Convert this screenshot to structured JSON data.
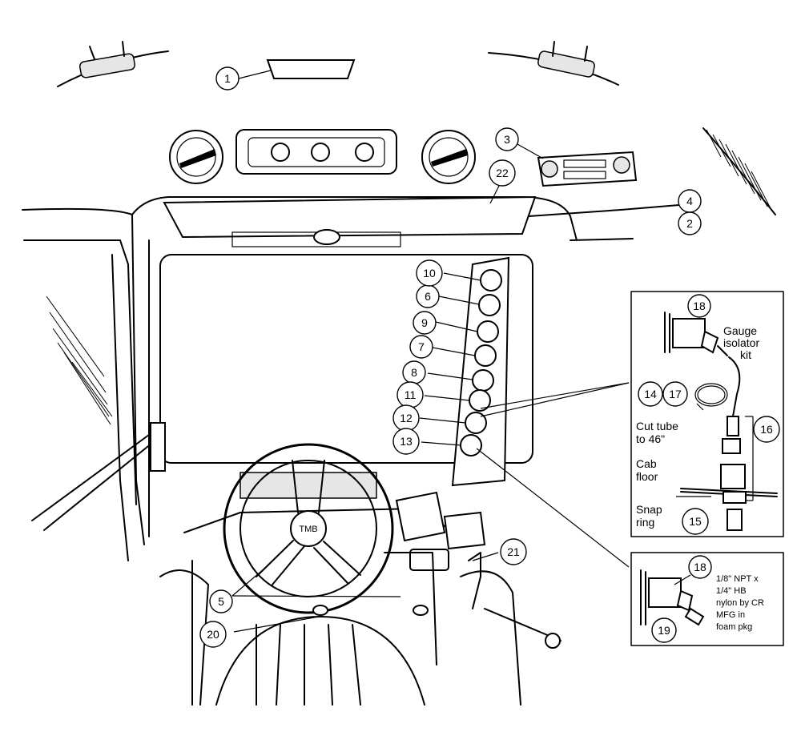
{
  "callouts": [
    {
      "id": "c1",
      "label": "1"
    },
    {
      "id": "c2",
      "label": "2"
    },
    {
      "id": "c3",
      "label": "3"
    },
    {
      "id": "c4",
      "label": "4"
    },
    {
      "id": "c5",
      "label": "5"
    },
    {
      "id": "c6",
      "label": "6"
    },
    {
      "id": "c7",
      "label": "7"
    },
    {
      "id": "c8",
      "label": "8"
    },
    {
      "id": "c9",
      "label": "9"
    },
    {
      "id": "c10",
      "label": "10"
    },
    {
      "id": "c11",
      "label": "11"
    },
    {
      "id": "c12",
      "label": "12"
    },
    {
      "id": "c13",
      "label": "13"
    },
    {
      "id": "c14",
      "label": "14"
    },
    {
      "id": "c15",
      "label": "15"
    },
    {
      "id": "c16",
      "label": "16"
    },
    {
      "id": "c17",
      "label": "17"
    },
    {
      "id": "c18a",
      "label": "18"
    },
    {
      "id": "c18b",
      "label": "18"
    },
    {
      "id": "c19",
      "label": "19"
    },
    {
      "id": "c20",
      "label": "20"
    },
    {
      "id": "c21",
      "label": "21"
    },
    {
      "id": "c22",
      "label": "22"
    }
  ],
  "inset_top": {
    "gauge_kit": [
      "Gauge",
      "isolator",
      "kit"
    ],
    "cut_tube": [
      "Cut tube",
      "to 46\""
    ],
    "cab_floor": [
      "Cab",
      "floor"
    ],
    "snap_ring": [
      "Snap",
      "ring"
    ]
  },
  "inset_bottom": {
    "fitting_note": [
      "1/8\" NPT x",
      "1/4\" HB",
      "nylon by CR",
      "MFG in",
      "foam pkg"
    ]
  },
  "steering_hub_text": "TMB"
}
